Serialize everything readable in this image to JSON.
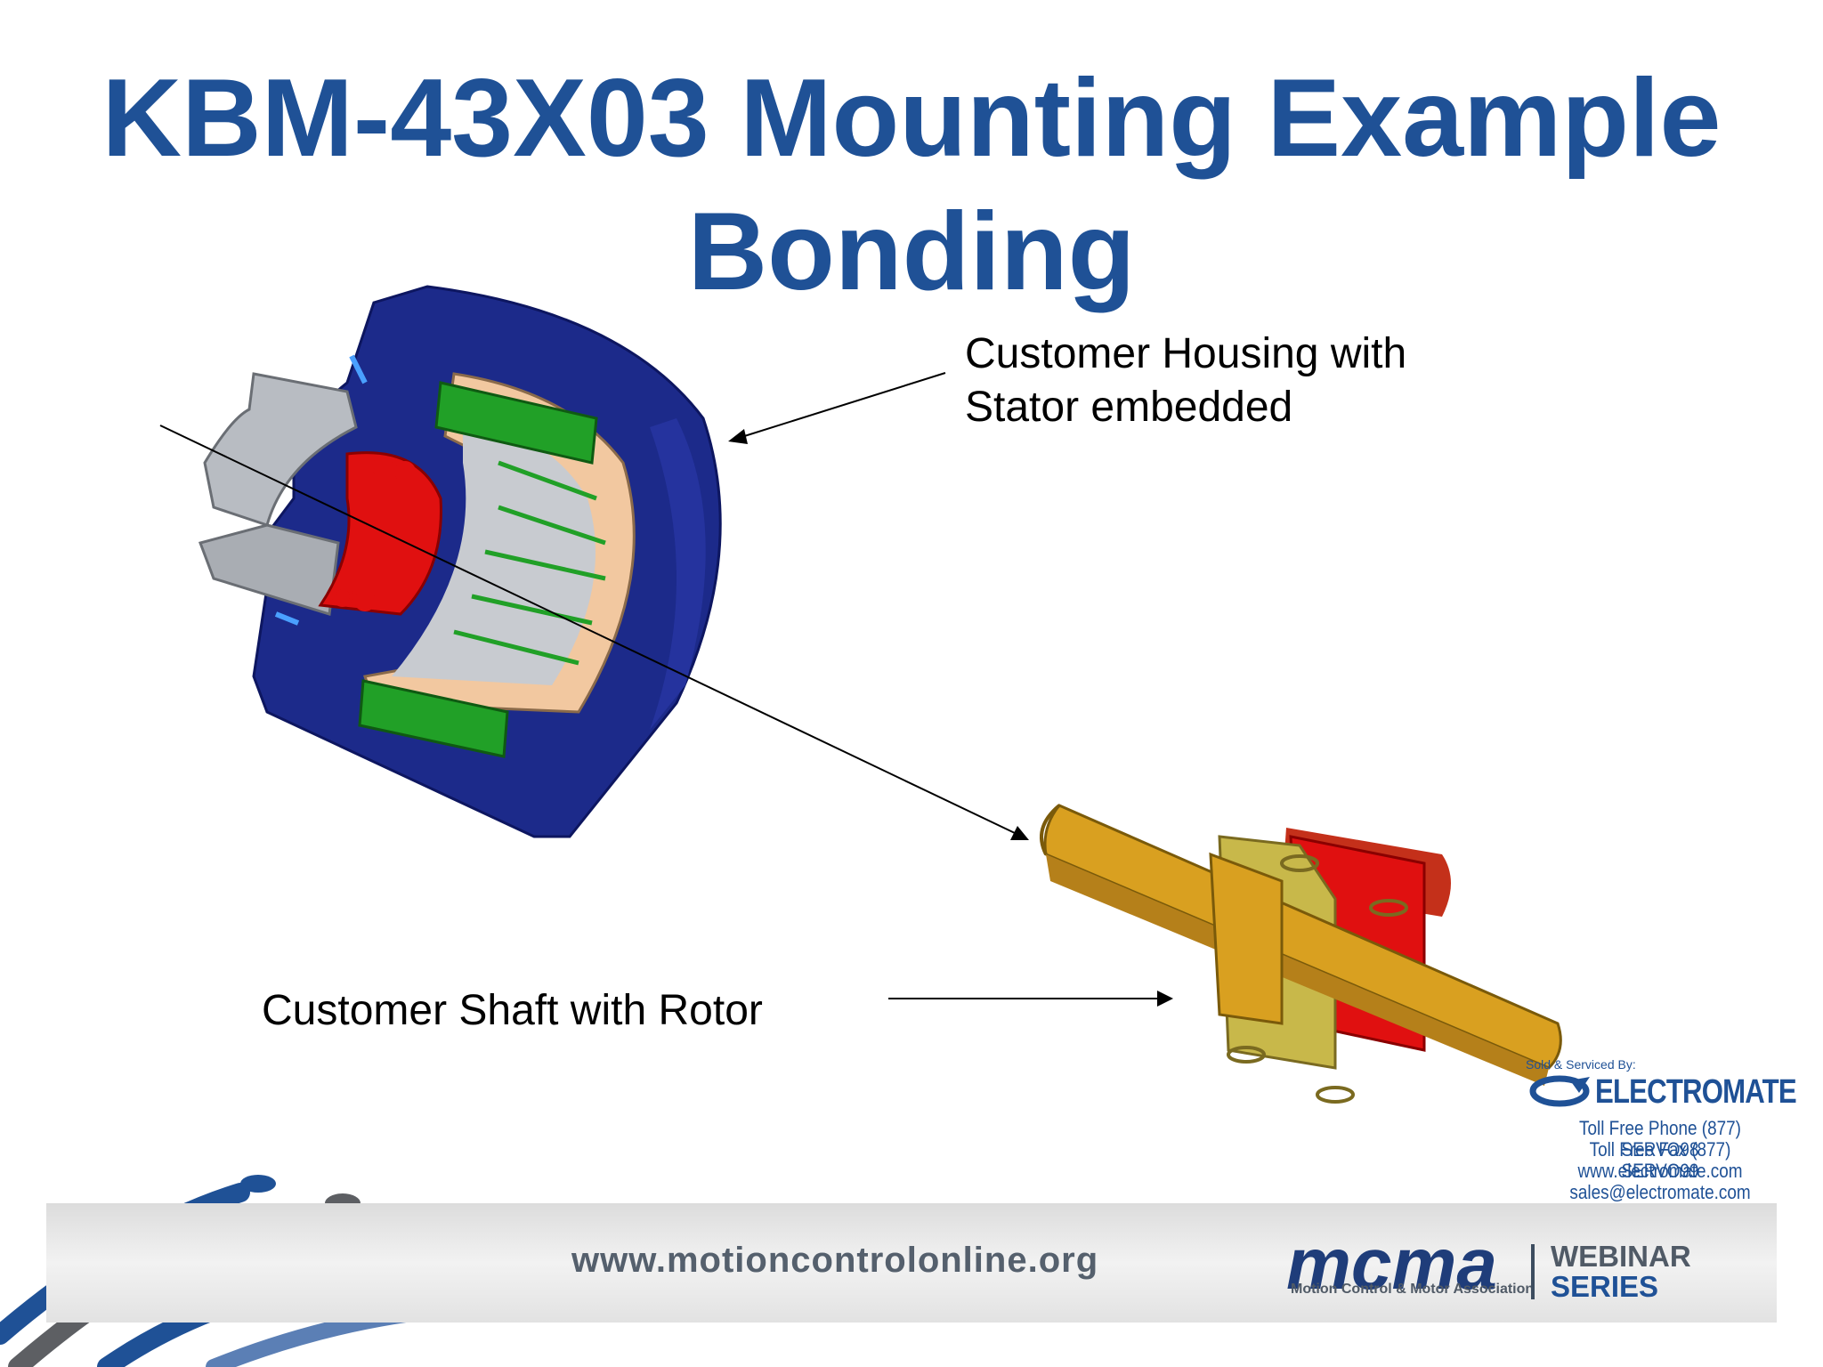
{
  "title": {
    "line1": "KBM-43X03 Mounting Example",
    "line2": "Bonding"
  },
  "labels": {
    "housing_line1": "Customer Housing with",
    "housing_line2": "Stator embedded",
    "shaft": "Customer Shaft with Rotor"
  },
  "electromate": {
    "sold_by": "Sold & Serviced By:",
    "name": "ELECTROMATE",
    "phone": "Toll Free Phone  (877) SERVO98",
    "fax": "Toll Free Fax  (877) SERVO99",
    "website": "www.electromate.com",
    "email": "sales@electromate.com"
  },
  "footer": {
    "url": "www.motioncontrolonline.org",
    "logo": "mcma",
    "logo_sub": "Motion Control & Motor Association",
    "series_line1": "WEBINAR",
    "series_line2": "SERIES"
  },
  "colors": {
    "title": "#1f5196",
    "housing": "#1c2a8a",
    "stator": "#f2c8a0",
    "magnet": "#21a027",
    "bearing": "#e01010",
    "shaft": "#d9a020"
  }
}
